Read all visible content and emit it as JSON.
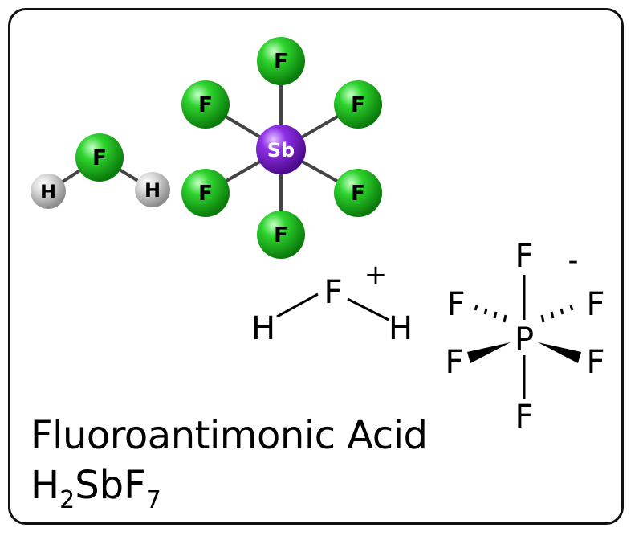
{
  "caption": {
    "name": "Fluoroantimonic Acid",
    "formula": {
      "main1": "H",
      "sub1": "2",
      "main2": "SbF",
      "sub2": "7"
    }
  },
  "ball_model": {
    "hf_cation": {
      "center_atom": "F",
      "side_atoms": [
        "H",
        "H"
      ]
    },
    "sbf6_anion": {
      "center_atom": "Sb",
      "ligands": [
        "F",
        "F",
        "F",
        "F",
        "F",
        "F"
      ]
    }
  },
  "structural_model": {
    "h2f_cation": {
      "center_atom": "F",
      "side_atoms": [
        "H",
        "H"
      ],
      "charge": "+"
    },
    "pf6_anion": {
      "center_atom": "P",
      "ligands": [
        "F",
        "F",
        "F",
        "F",
        "F",
        "F"
      ],
      "charge": "-"
    }
  },
  "colors": {
    "fluorine": "#1fc11f",
    "fluorine_dark": "#0a7a0a",
    "antimony": "#8a2be2",
    "antimony_dark": "#4b0a8a",
    "hydrogen": "#d7d7d7",
    "hydrogen_dark": "#8a8a8a",
    "bond": "#444444",
    "frame": "#111111"
  }
}
